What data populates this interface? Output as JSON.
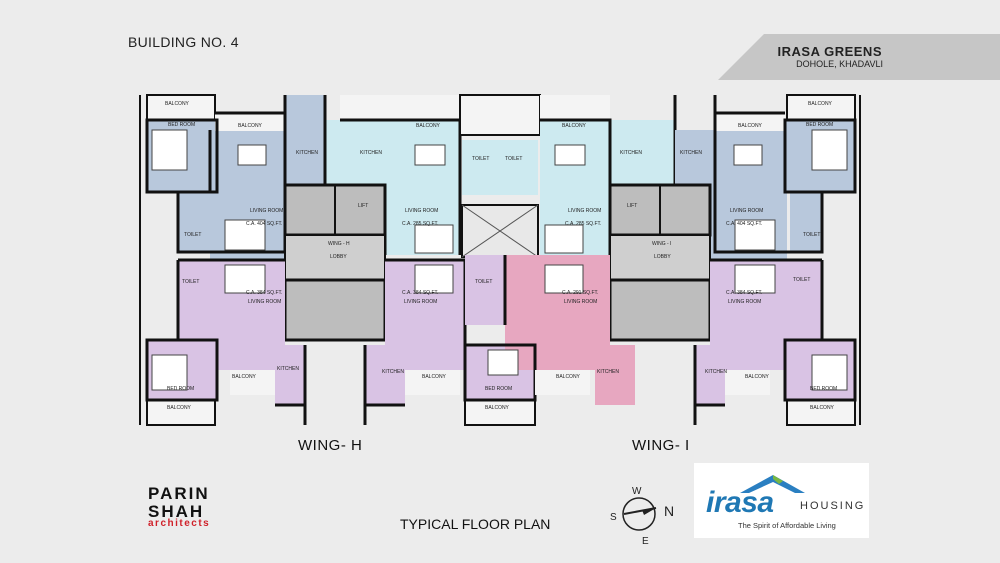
{
  "header": {
    "title": "BUILDING NO. 4",
    "project": "IRASA GREENS",
    "location": "DOHOLE, KHADAVLI"
  },
  "rooms": {
    "balcony": "BALCONY",
    "bed_room": "BED ROOM",
    "kitchen": "KITCHEN",
    "toilet": "TOILET",
    "living_room": "LIVING ROOM",
    "lift": "LIFT",
    "lobby": "LOBBY",
    "wing_h_small": "WING - H",
    "wing_i_small": "WING - I",
    "ca_404": "C.A. 404 SQ.FT.",
    "ca_285": "C.A. 285 SQ.FT.",
    "ca_384": "C.A. 384 SQ.FT.",
    "ca_291": "C.A. 291 SQ.FT."
  },
  "wings": {
    "h": "WING- H",
    "i": "WING- I"
  },
  "caption": "TYPICAL FLOOR PLAN",
  "architect": {
    "line1": "PARIN",
    "line2": "SHAH",
    "line3": "architects"
  },
  "brand": {
    "name": "irasa",
    "suffix": "HOUSING",
    "tagline": "The Spirit of Affordable Living"
  },
  "compass": {
    "n": "N",
    "s": "S",
    "e": "E",
    "w": "W"
  },
  "colors": {
    "blue_unit": "#b8c8dc",
    "cyan_unit": "#cdeaf0",
    "purple_unit": "#d9c3e4",
    "pink_unit": "#e7a7c0",
    "core": "#bdbdbd",
    "banner": "#c6c6c6"
  }
}
